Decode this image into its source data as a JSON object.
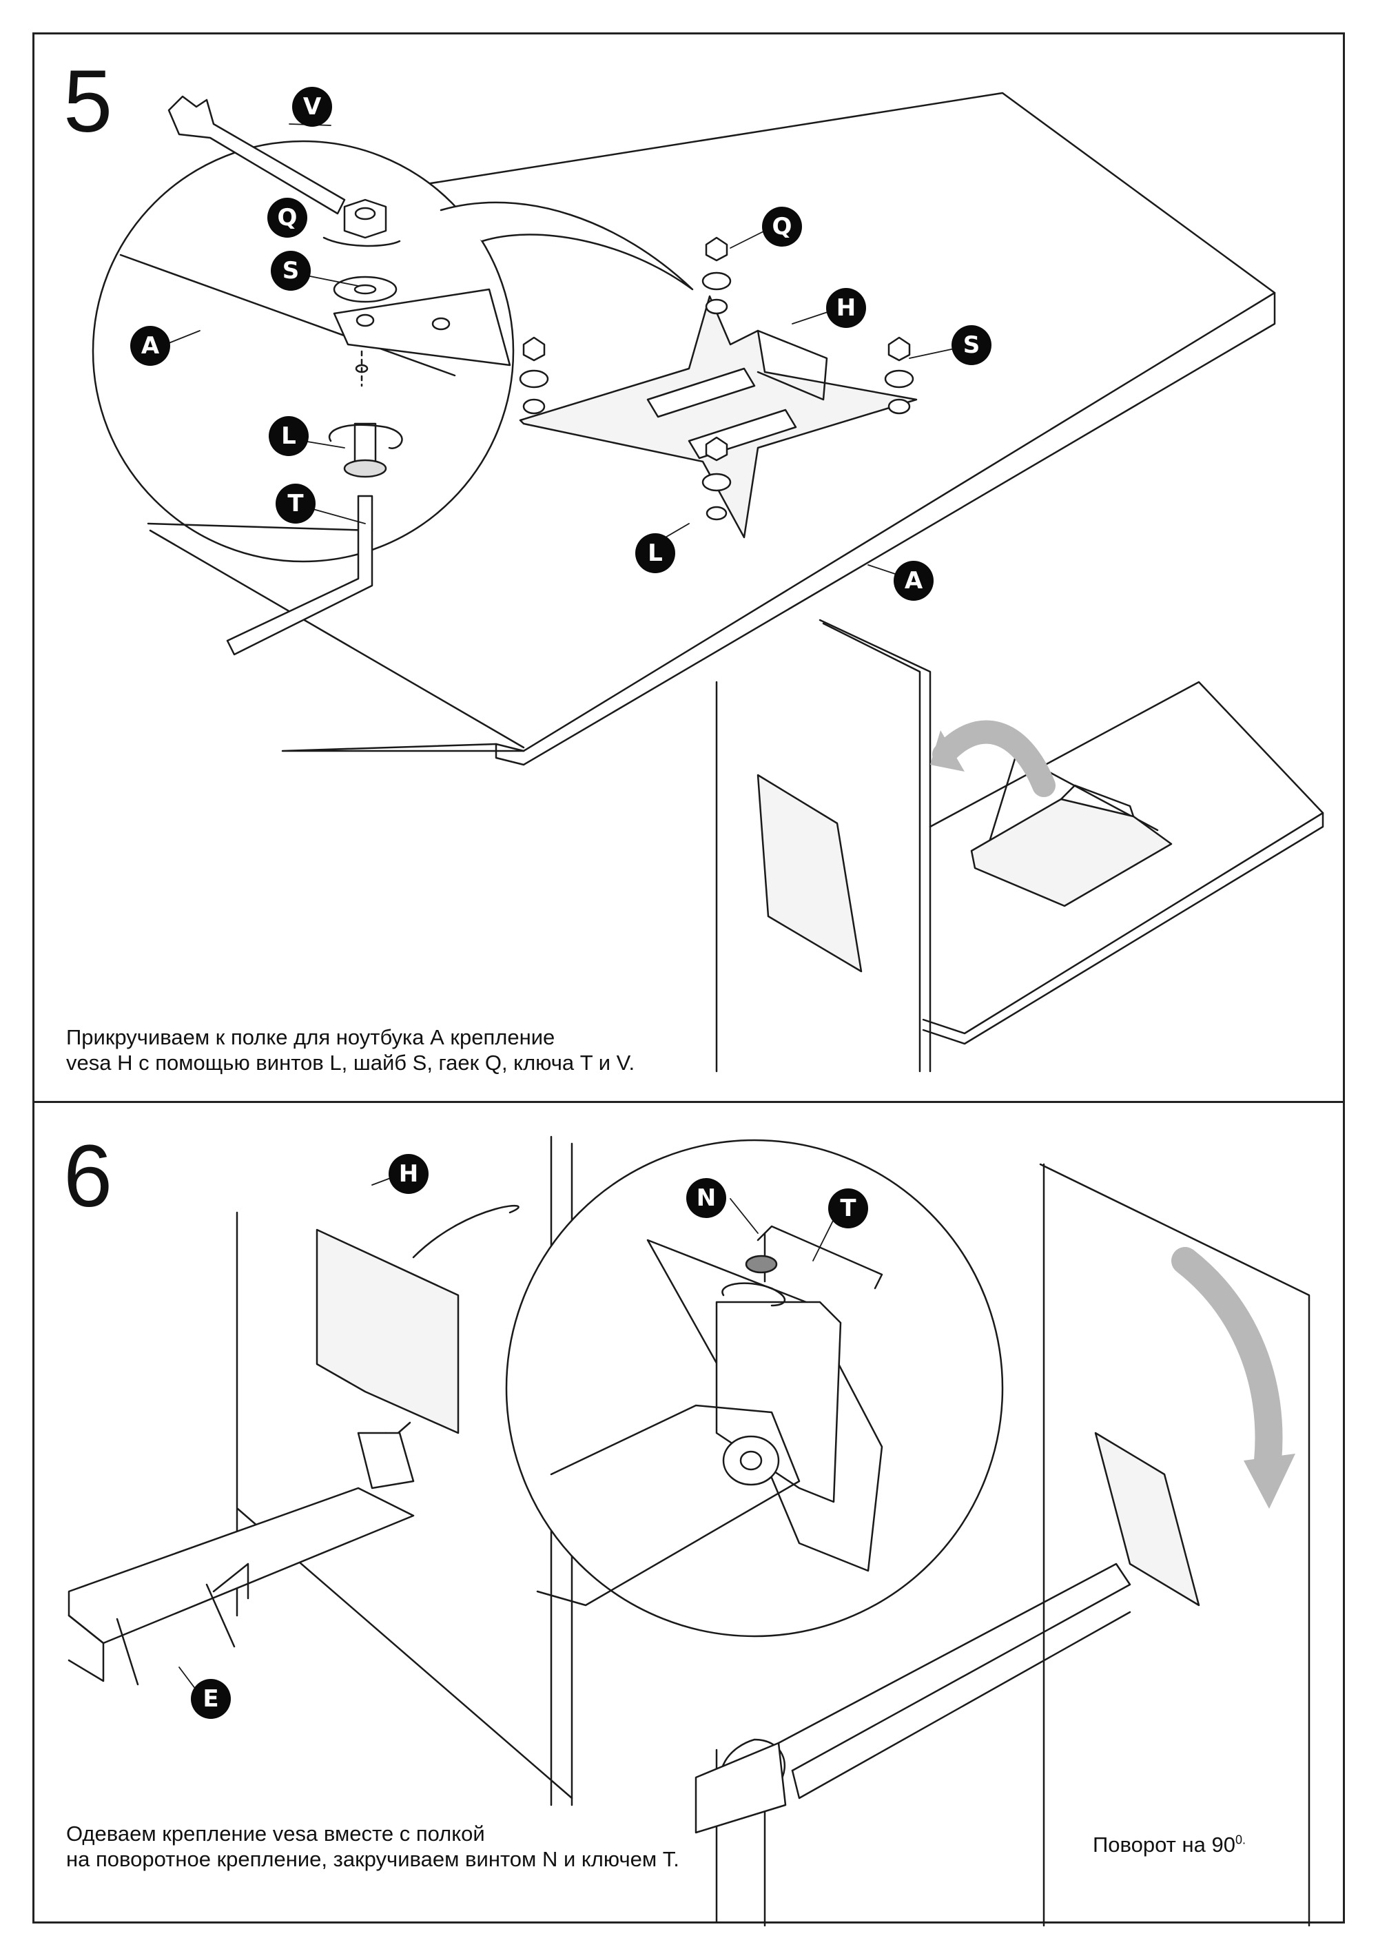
{
  "steps": [
    {
      "number": "5",
      "caption_lines": [
        "Прикручиваем к полке для ноутбука А крепление",
        "vesa H с помощью винтов L, шайб S, гаек Q, ключа T и V."
      ]
    },
    {
      "number": "6",
      "caption_lines": [
        "Одеваем крепление vesa вместе с полкой",
        "на поворотное крепление, закручиваем винтом N и ключем T."
      ],
      "rotation_note": "Поворот на 90",
      "rotation_unit": "0."
    }
  ],
  "labels": {
    "V": "V",
    "Q": "Q",
    "S": "S",
    "A": "A",
    "L": "L",
    "T": "T",
    "H": "H",
    "E": "E",
    "N": "N"
  },
  "colors": {
    "line": "#1a1a1a",
    "label_bg": "#0a0a0a",
    "plate_fill": "#f4f4f4",
    "arrow_gray": "#b8b8b8"
  }
}
